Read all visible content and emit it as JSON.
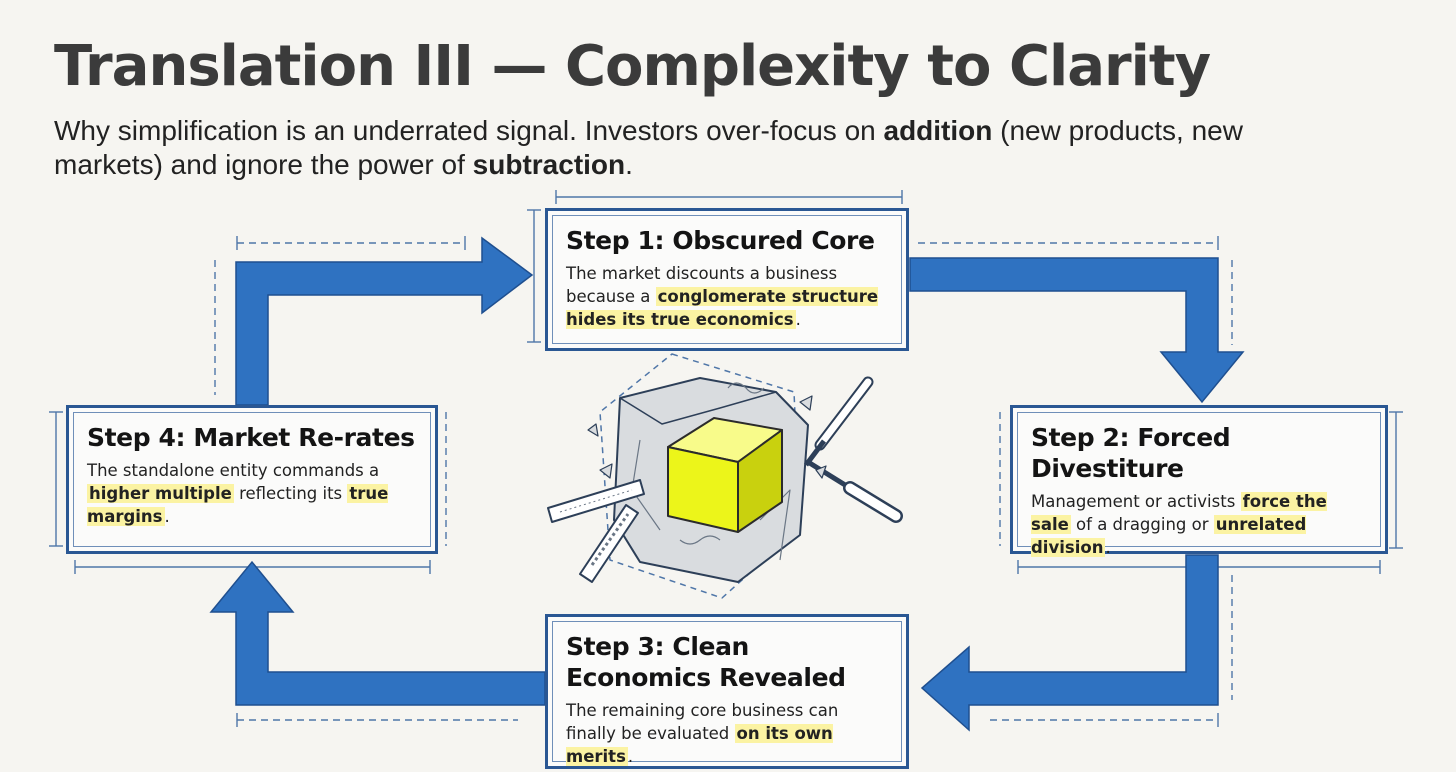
{
  "header": {
    "title": "Translation III — Complexity to Clarity",
    "subtitle_parts": {
      "a": "Why simplification is an underrated signal. Investors over-focus on ",
      "b": "addition",
      "c": " (new products, new markets) and ignore the power of ",
      "d": "subtraction",
      "e": "."
    }
  },
  "steps": [
    {
      "title": "Step 1: Obscured Core",
      "parts": {
        "a": "The market discounts a business because a ",
        "b": "conglomerate structure hides its true economics",
        "c": "."
      }
    },
    {
      "title": "Step 2: Forced Divestiture",
      "parts": {
        "a": "Management or activists ",
        "b": "force the sale",
        "c": " of a dragging or ",
        "d": "unrelated division",
        "e": "."
      }
    },
    {
      "title": "Step 3: Clean Economics Revealed",
      "parts": {
        "a": "The remaining core business can finally be evaluated ",
        "b": "on its own merits",
        "c": "."
      }
    },
    {
      "title": "Step 4: Market Re-rates",
      "parts": {
        "a": "The standalone entity commands a ",
        "b": "higher multiple",
        "c": " reflecting its ",
        "d": "true margins",
        "e": "."
      }
    }
  ],
  "colors": {
    "arrow": "#2f72c1",
    "card_border": "#2a5793",
    "highlight": "#fbf3a3",
    "cube": "#ecf51a"
  },
  "illustration": {
    "icon": "cube-breaking-out-of-rock-with-chisel-and-file"
  }
}
